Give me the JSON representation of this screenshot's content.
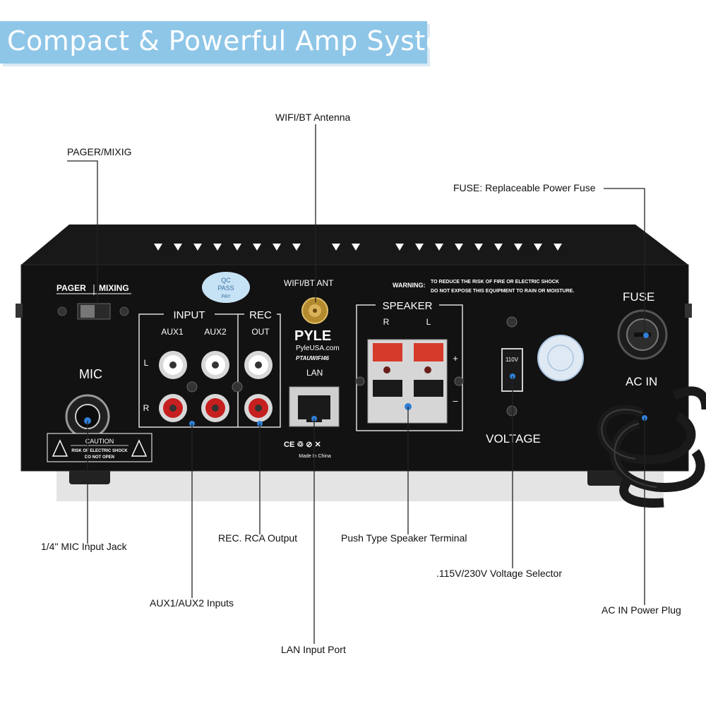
{
  "banner": {
    "title": "Compact & Powerful Amp System"
  },
  "callouts": {
    "antenna": "WIFI/BT Antenna",
    "pager": "PAGER/MIXIG",
    "fuse": "FUSE: Replaceable Power Fuse",
    "mic": "1/4\" MIC Input Jack",
    "rec": "REC. RCA Output",
    "speaker": "Push Type Speaker Terminal",
    "voltage": ".115V/230V Voltage Selector",
    "acin": "AC IN Power Plug",
    "aux": "AUX1/AUX2 Inputs",
    "lan": "LAN Input Port"
  },
  "panel": {
    "pager": "PAGER",
    "mixing": "MIXING",
    "qc1": "QC",
    "qc2": "PASS",
    "qc3": "PAY",
    "wifi_ant": "WIFI/BT ANT",
    "warning_head": "WARNING:",
    "warning1": "TO REDUCE THE RISK OF FIRE OR ELECTRIC SHOCK",
    "warning2": "DO NOT EXPOSE THIS EQUIPMENT TO RAIN OR MOISTURE.",
    "fuse": "FUSE",
    "mic": "MIC",
    "input": "INPUT",
    "aux1": "AUX1",
    "aux2": "AUX2",
    "rec": "REC",
    "out": "OUT",
    "ch_l": "L",
    "ch_r": "R",
    "brand": "PYLE",
    "website": "PyleUSA.com",
    "model": "PTAUWIFI46",
    "lan": "LAN",
    "speaker": "SPEAKER",
    "sp_r": "R",
    "sp_l": "L",
    "plus": "+",
    "minus": "–",
    "volt_value": "110V",
    "voltage": "VOLTAGE",
    "acin": "AC IN",
    "caution": "CAUTION",
    "caution1": "RISK OF ELECTRIC SHOCK",
    "caution2": "DO NOT OPEN",
    "made_in": "Made In China"
  }
}
